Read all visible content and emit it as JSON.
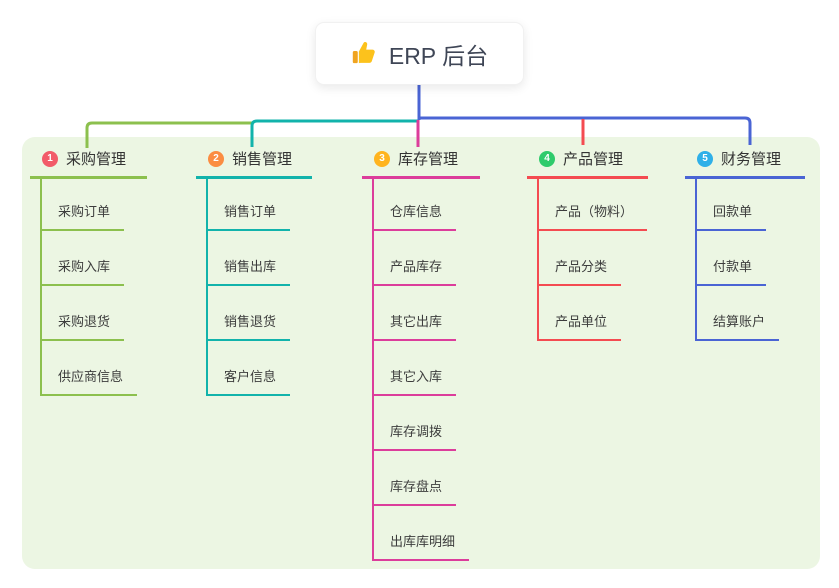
{
  "root": {
    "title": "ERP 后台",
    "icon": "thumbs-up-icon"
  },
  "branches": [
    {
      "index": "1",
      "label": "采购管理",
      "line_color": "#8cc04e",
      "badge_color": "#f25b69",
      "children": [
        "采购订单",
        "采购入库",
        "采购退货",
        "供应商信息"
      ]
    },
    {
      "index": "2",
      "label": "销售管理",
      "line_color": "#12b3ab",
      "badge_color": "#fb8d42",
      "children": [
        "销售订单",
        "销售出库",
        "销售退货",
        "客户信息"
      ]
    },
    {
      "index": "3",
      "label": "库存管理",
      "line_color": "#dc3d9b",
      "badge_color": "#ffb41f",
      "children": [
        "仓库信息",
        "产品库存",
        "其它出库",
        "其它入库",
        "库存调拨",
        "库存盘点",
        "出库库明细"
      ]
    },
    {
      "index": "4",
      "label": "产品管理",
      "line_color": "#f44b51",
      "badge_color": "#2fcb6c",
      "children": [
        "产品（物料）",
        "产品分类",
        "产品单位"
      ]
    },
    {
      "index": "5",
      "label": "财务管理",
      "line_color": "#4a64d4",
      "badge_color": "#2fb0e8",
      "children": [
        "回款单",
        "付款单",
        "结算账户"
      ]
    }
  ],
  "colors": {
    "canvas_bg": "#ffffff",
    "panel_bg": "#ecf6e3",
    "root_line": "#4a64d4",
    "node_text": "#3f4656"
  }
}
